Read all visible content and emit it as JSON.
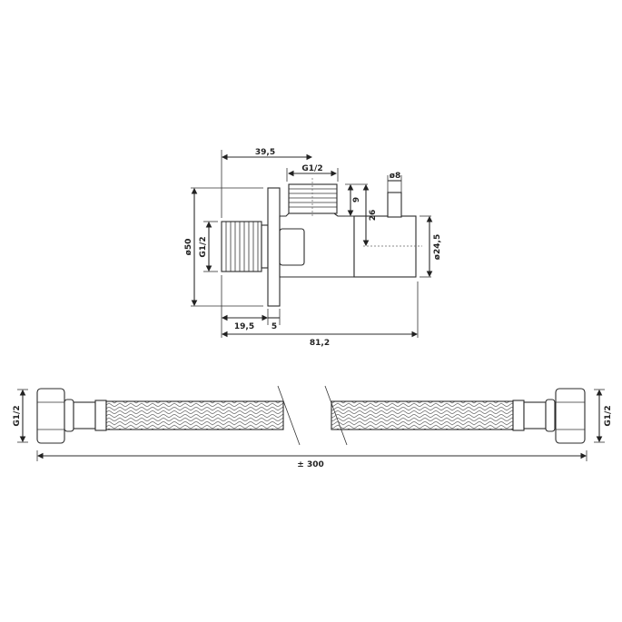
{
  "valve": {
    "dimensions": {
      "top_length": "39,5",
      "top_thread": "G1/2",
      "handle_diameter": "ø8",
      "outlet_height": "9",
      "handle_axis_height": "26",
      "flange_diameter": "ø50",
      "inlet_thread": "G1/2",
      "body_diameter": "ø24,5",
      "thread_length": "19,5",
      "flange_thickness": "5",
      "total_length": "81,2"
    }
  },
  "hose": {
    "left_thread": "G1/2",
    "right_thread": "G1/2",
    "length": "± 300"
  },
  "colors": {
    "line": "#2b2b2b",
    "background": "#ffffff"
  }
}
